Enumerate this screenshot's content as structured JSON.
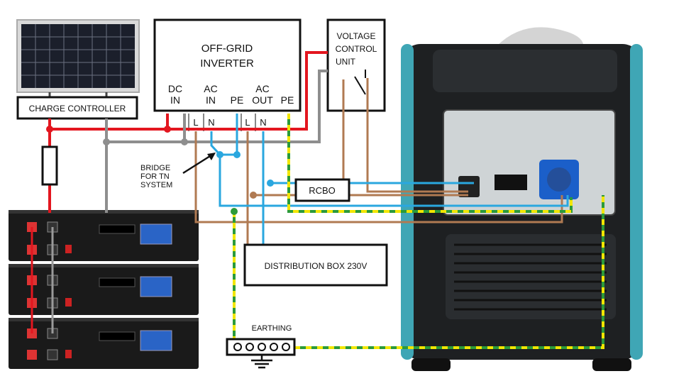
{
  "labels": {
    "charge_controller": "CHARGE CONTROLLER",
    "inverter_line1": "OFF-GRID",
    "inverter_line2": "INVERTER",
    "dc_line1": "DC",
    "dc_line2": "IN",
    "ac_in_line1": "AC",
    "ac_in_line2": "IN",
    "pe_in": "PE",
    "ac_out_line1": "AC",
    "ac_out_line2": "OUT",
    "pe_out": "PE",
    "term_l1": "L",
    "term_n1": "N",
    "term_l2": "L",
    "term_n2": "N",
    "vcu_line1": "VOLTAGE",
    "vcu_line2": "CONTROL",
    "vcu_line3": "UNIT",
    "bridge_line1": "BRIDGE",
    "bridge_line2": "FOR TN",
    "bridge_line3": "SYSTEM",
    "rcbo": "RCBO",
    "distribution_box": "DISTRIBUTION BOX 230V",
    "earthing": "EARTHING"
  },
  "colors": {
    "positive_dc": "#e3161f",
    "negative_dc": "#8e8e8e",
    "live": "#b07a52",
    "neutral": "#2aa7df",
    "earth_green": "#2b9a3a",
    "earth_yellow": "#f2e600",
    "generator_body": "#1e2022",
    "generator_trim": "#3fa6b5",
    "battery_body": "#1a1a1a"
  },
  "icons": {
    "solar_panel": "solar-panel-icon",
    "fuse": "fuse-icon",
    "ground": "ground-symbol-icon",
    "generator": "inverter-generator-icon",
    "battery": "battery-rack-icon"
  }
}
